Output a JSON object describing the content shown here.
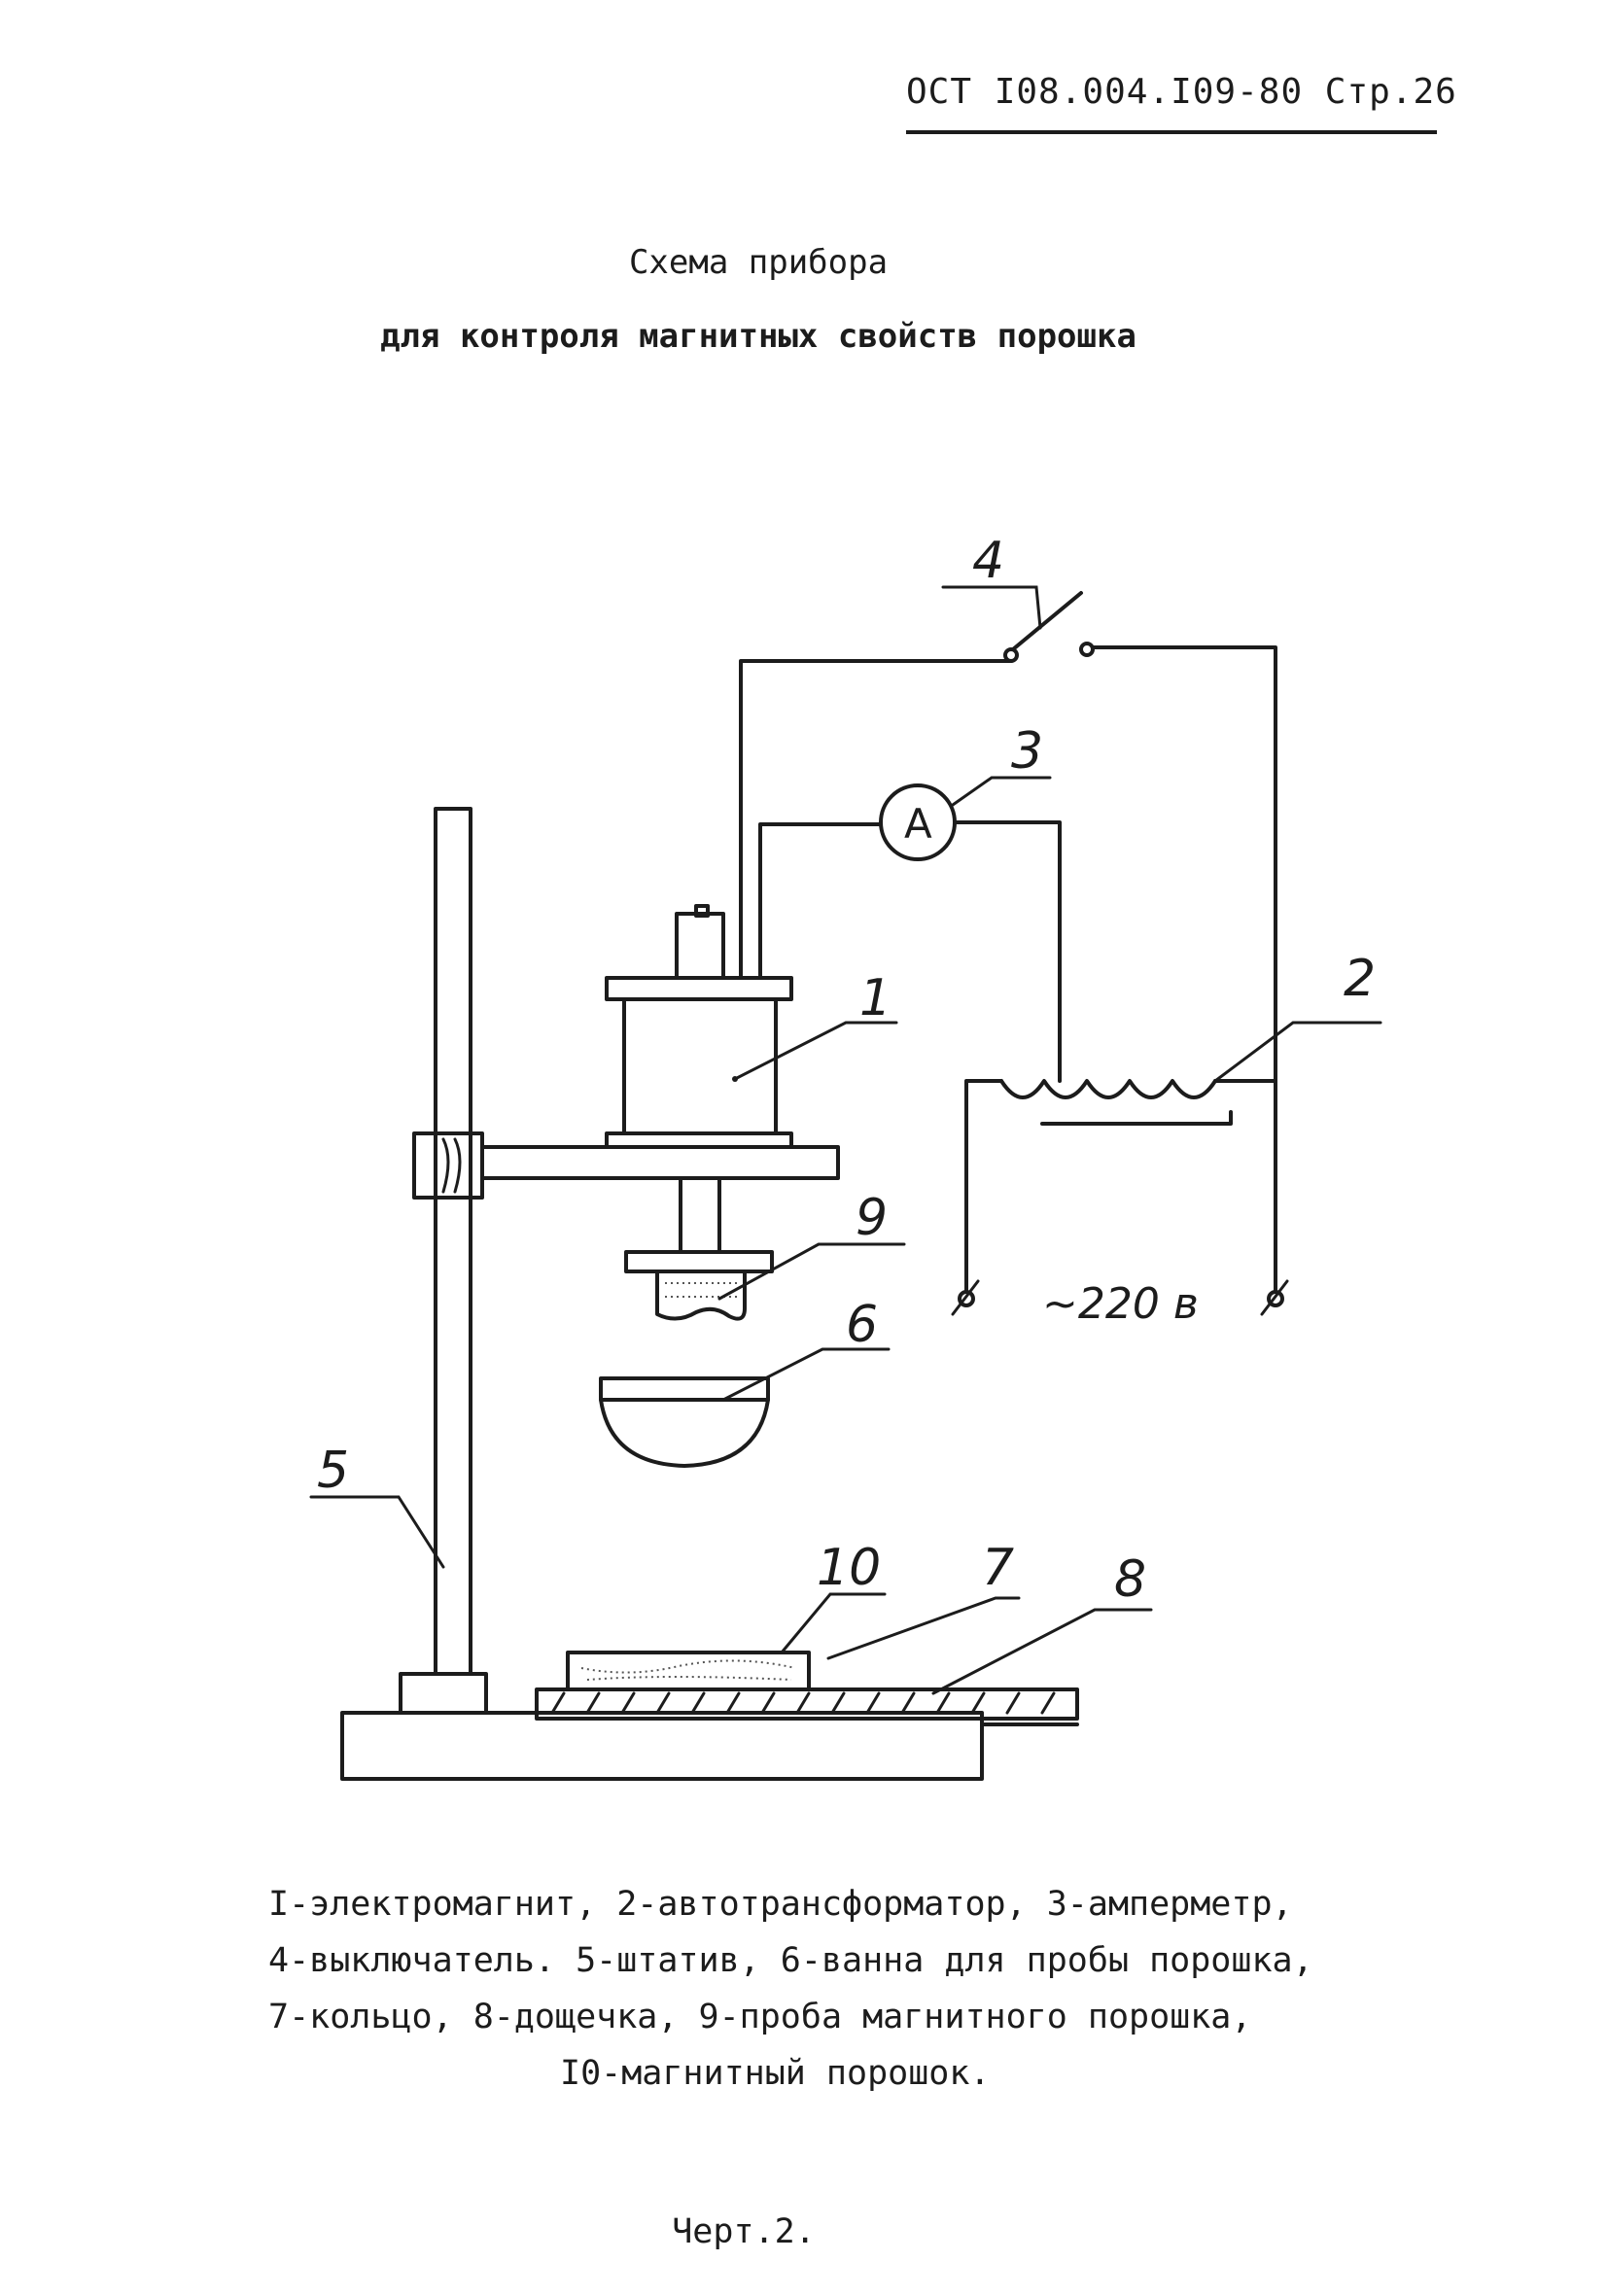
{
  "header": {
    "text": "ОСТ I08.004.I09-80  Стр.26"
  },
  "title": {
    "line1": "Схема прибора",
    "line2": "для контроля магнитных свойств порошка"
  },
  "diagram": {
    "labels": {
      "electromagnet": "1",
      "autotransformer": "2",
      "ammeter": "3",
      "switch": "4",
      "stand": "5",
      "bath": "6",
      "ring": "7",
      "board": "8",
      "sample": "9",
      "powder": "10"
    },
    "ammeter_symbol": "A",
    "voltage": "~220 в"
  },
  "legend": {
    "line1": "I-электромагнит, 2-автотрансформатор, 3-амперметр,",
    "line2": "4-выключатель. 5-штатив, 6-ванна для пробы порошка,",
    "line3": "7-кольцо, 8-дощечка, 9-проба  магнитного порошка,",
    "line4": "I0-магнитный порошок."
  },
  "caption": "Черт.2."
}
